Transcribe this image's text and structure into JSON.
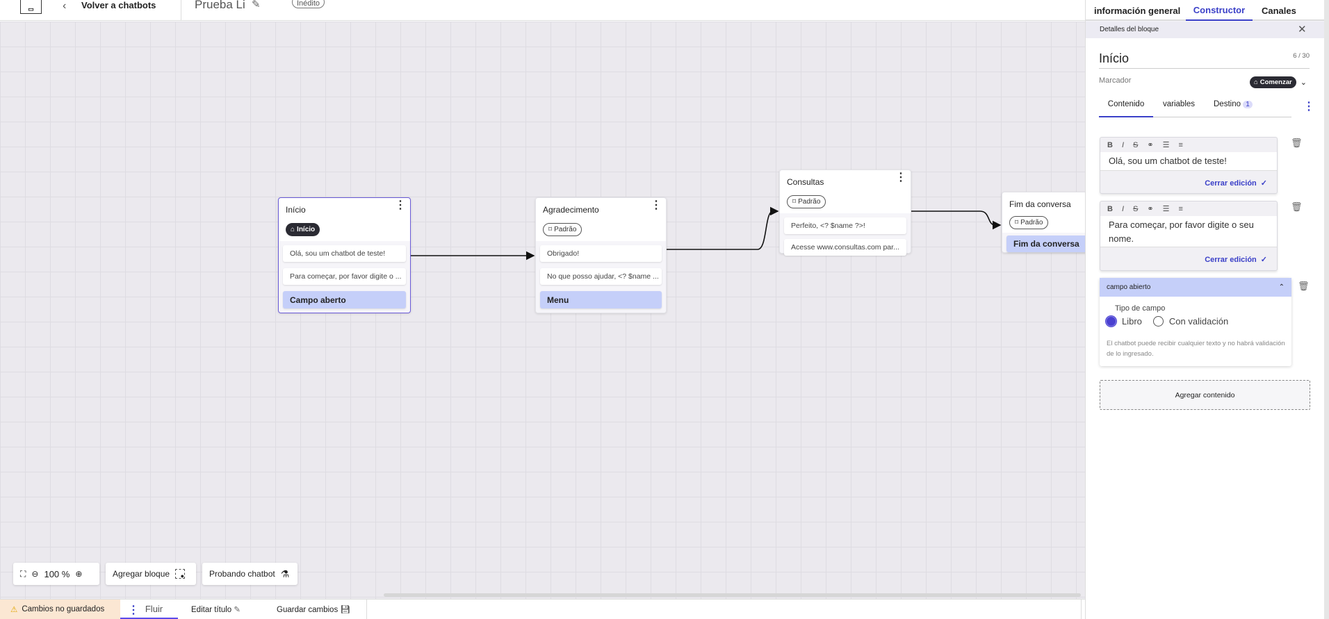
{
  "header": {
    "back_label": "Volver a chatbots",
    "title": "Prueba Li",
    "status": "Inédito"
  },
  "right_tabs": [
    {
      "label": "información general"
    },
    {
      "label": "Constructor",
      "active": true
    },
    {
      "label": "Canales"
    }
  ],
  "details": {
    "panel_title": "Detalles del bloque",
    "name": "Início",
    "char_count": "6 / 30",
    "marker_label": "Marcador",
    "marker_value": "Comenzar",
    "tabs": [
      {
        "label": "Contenido"
      },
      {
        "label": "variables"
      },
      {
        "label": "Destino",
        "count": "1"
      }
    ],
    "editors": [
      {
        "text": "Olá, sou um chatbot de teste!",
        "close_label": "Cerrar edición"
      },
      {
        "text": "Para começar, por favor digite o seu nome.",
        "close_label": "Cerrar edición"
      }
    ],
    "field": {
      "title": "campo abierto",
      "type_label": "Tipo de campo",
      "options": [
        "Libro",
        "Con validación"
      ],
      "selected": "Libro",
      "description": "El chatbot puede recibir cualquier texto y no habrá validación de lo ingresado."
    },
    "add_content": "Agregar contenido"
  },
  "nodes": [
    {
      "title": "Início",
      "badge": "Início",
      "badge_type": "start",
      "items": [
        "Olá, sou um chatbot de teste!",
        "Para começar, por favor digite o ..."
      ],
      "action": "Campo aberto"
    },
    {
      "title": "Agradecimento",
      "badge": "Padrão",
      "badge_type": "tag",
      "items": [
        "Obrigado!",
        "No que posso ajudar, <? $name ..."
      ],
      "action": "Menu"
    },
    {
      "title": "Consultas",
      "badge": "Padrão",
      "badge_type": "tag",
      "items": [
        "Perfeito, <? $name ?>!",
        "Acesse www.consultas.com par..."
      ]
    },
    {
      "title": "Fim da conversa",
      "badge": "Padrão",
      "badge_type": "tag",
      "items": [],
      "action": "Fim da conversa"
    }
  ],
  "toolbar": {
    "zoom": "100 %",
    "add_block": "Agregar bloque",
    "test": "Probando chatbot"
  },
  "bottom": {
    "unsaved": "Cambios no guardados",
    "flow": "Fluir",
    "edit_title": "Editar título",
    "save": "Guardar cambios"
  },
  "colors": {
    "accent": "#3b40c8",
    "selected_node": "#6a5bd8",
    "action_item": "#c5cff9",
    "warning_bg": "#fbe7d3"
  }
}
